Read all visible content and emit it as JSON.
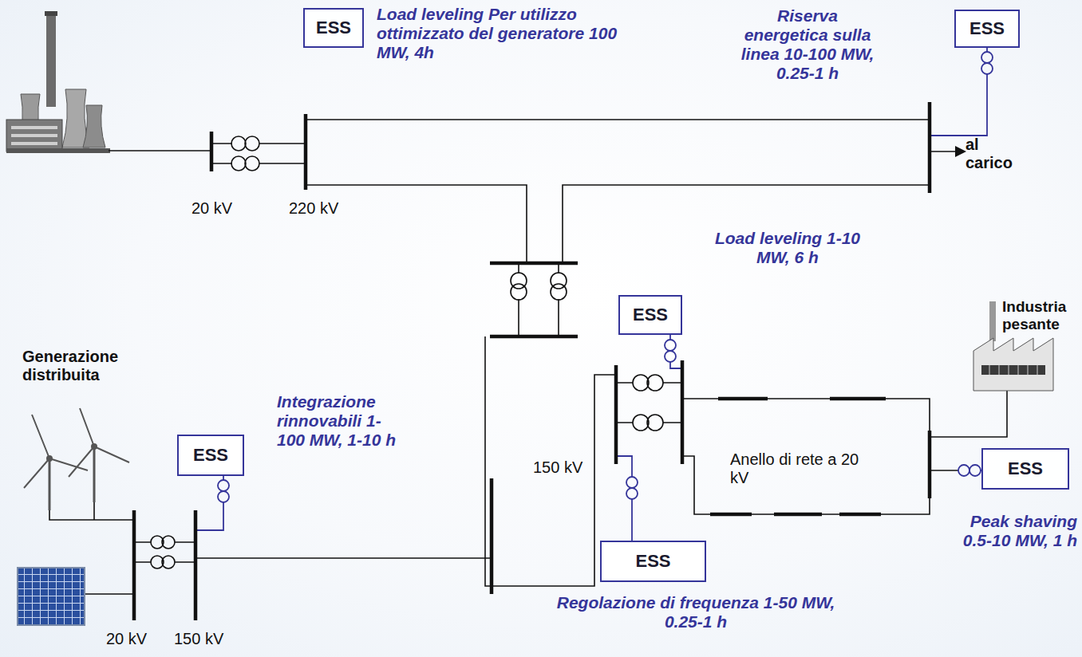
{
  "diagram": {
    "nodes": [
      {
        "text": [
          "ESS",
          "Load leveling Per utilizzo ottimizzato del generatore 100 MW, 4h"
        ]
      },
      {
        "text": [
          "ESS",
          "Riserva energetica sulla linea 10-100 MW, 0.25-1 h"
        ]
      },
      {
        "text": [
          "ESS",
          "Load leveling 1-10 MW, 6 h"
        ]
      },
      {
        "text": [
          "ESS",
          "Integrazione rinnovabili 1-100 MW, 1-10 h"
        ]
      },
      {
        "text": [
          "ESS",
          "Peak shaving 0.5-10 MW, 1 h"
        ]
      },
      {
        "text": [
          "ESS",
          "Regolazione di frequenza 1-50 MW, 0.25-1 h"
        ]
      }
    ],
    "labels": [
      "20 kV",
      "220 kV",
      "al carico",
      "Industria pesante",
      "Generazione distribuita",
      "150 kV",
      "Anello di rete a 20 kV",
      "20 kV",
      "150 kV"
    ]
  }
}
